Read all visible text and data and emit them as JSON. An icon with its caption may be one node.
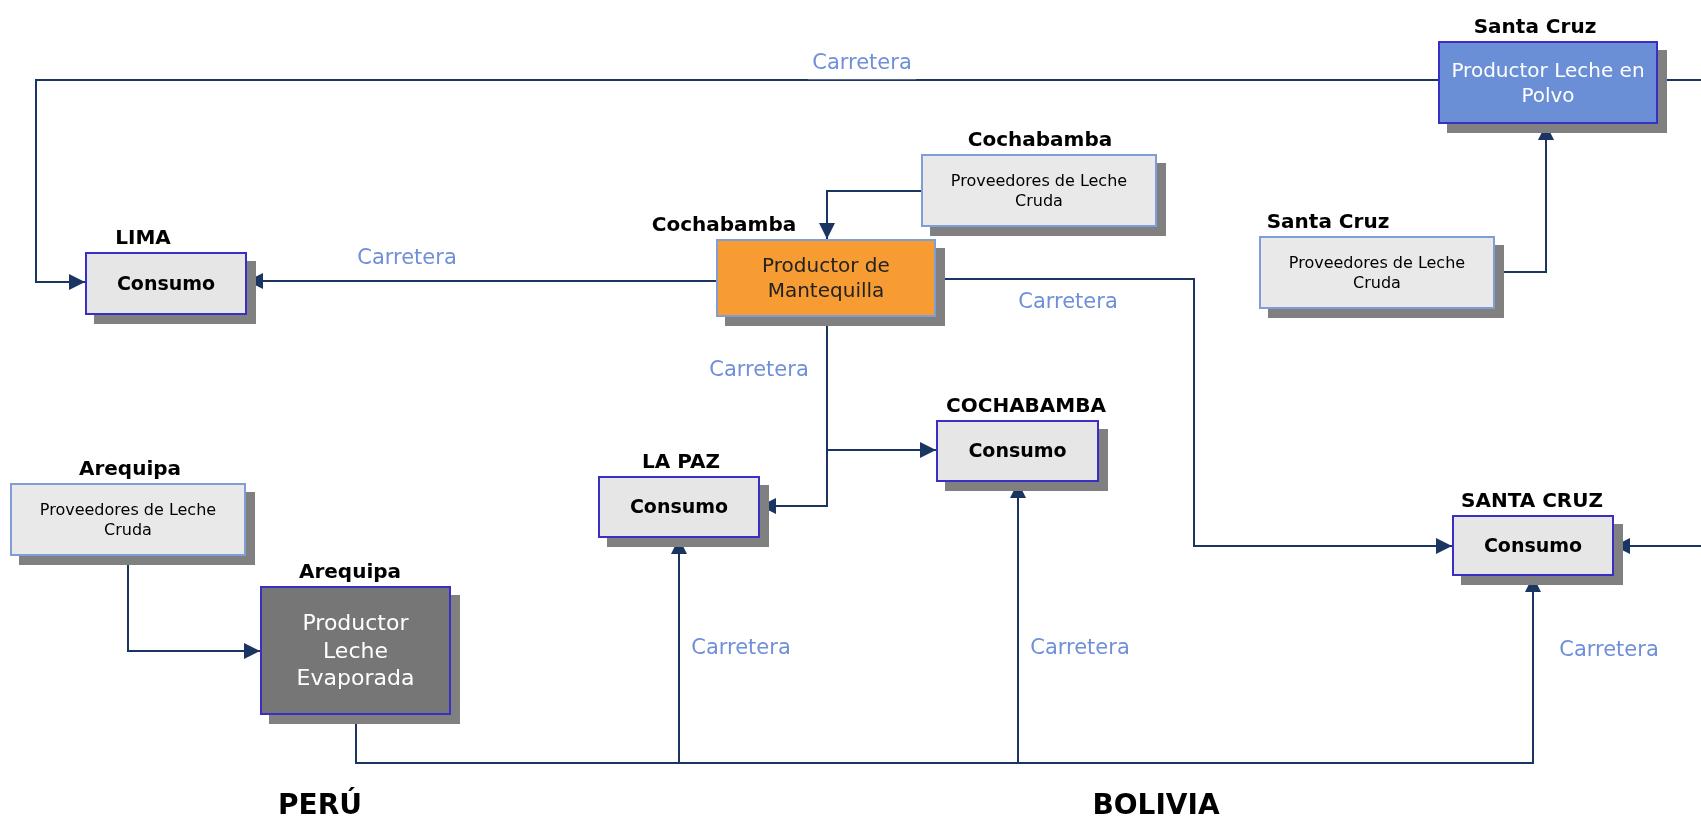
{
  "diagram": {
    "nodes": [
      {
        "text": [
          "Santa Cruz",
          "Productor Leche en Polvo"
        ]
      },
      {
        "text": [
          "Cochabamba",
          "Proveedores de Leche Cruda"
        ]
      },
      {
        "text": [
          "LIMA",
          "Consumo"
        ]
      },
      {
        "text": [
          "Cochabamba",
          "Productor de Mantequilla"
        ]
      },
      {
        "text": [
          "Santa Cruz",
          "Proveedores de Leche Cruda"
        ]
      },
      {
        "text": [
          "COCHABAMBA",
          "Consumo"
        ]
      },
      {
        "text": [
          "Arequipa",
          "Proveedores de Leche Cruda"
        ]
      },
      {
        "text": [
          "LA PAZ",
          "Consumo"
        ]
      },
      {
        "text": [
          "SANTA CRUZ",
          "Consumo"
        ]
      },
      {
        "text": [
          "Arequipa",
          "Productor Leche Evaporada"
        ]
      }
    ],
    "edges": [
      {
        "from": 0,
        "to": 2,
        "arrow": "to",
        "label": "Carretera"
      },
      {
        "from": 0,
        "to": null,
        "arrow": "none"
      },
      {
        "from": 1,
        "to": 3,
        "arrow": "to"
      },
      {
        "from": 3,
        "to": 2,
        "arrow": "to",
        "label": "Carretera"
      },
      {
        "from": 4,
        "to": 0,
        "arrow": "to"
      },
      {
        "from": 3,
        "to": 7,
        "arrow": "to",
        "label": "Carretera"
      },
      {
        "from": 3,
        "to": 5,
        "arrow": "to"
      },
      {
        "from": 3,
        "to": 8,
        "arrow": "to",
        "label": "Carretera"
      },
      {
        "from": 6,
        "to": 9,
        "arrow": "to"
      },
      {
        "from": 9,
        "to": 7,
        "arrow": "to",
        "label": "Carretera"
      },
      {
        "from": 9,
        "to": 5,
        "arrow": "to",
        "label": "Carretera"
      },
      {
        "from": 9,
        "to": 8,
        "arrow": "to",
        "label": "Carretera"
      },
      {
        "from": null,
        "to": 8,
        "arrow": "to"
      }
    ],
    "labels": [
      "PERÚ",
      "BOLIVIA"
    ]
  }
}
